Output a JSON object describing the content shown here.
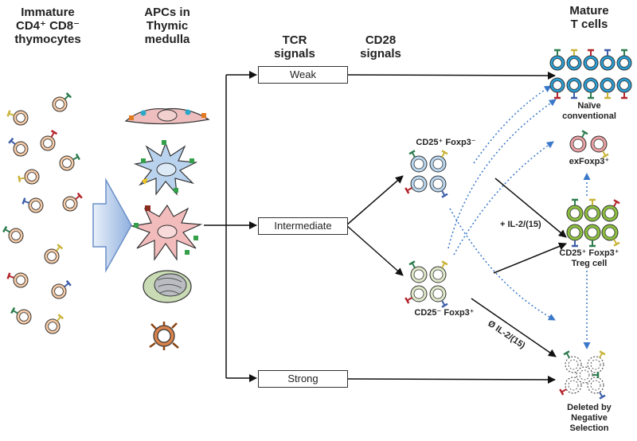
{
  "headers": {
    "immature": [
      "Immature",
      "CD4⁺ CD8⁻",
      "thymocytes"
    ],
    "apcs": [
      "APCs in",
      "Thymic",
      "medulla"
    ],
    "tcr": [
      "TCR",
      "signals"
    ],
    "cd28": [
      "CD28",
      "signals"
    ],
    "mature": [
      "Mature",
      "T cells"
    ]
  },
  "signals": {
    "weak": "Weak",
    "intermediate": "Intermediate",
    "strong": "Strong"
  },
  "populations": {
    "cd25pos_foxp3neg": "CD25⁺ Foxp3⁻",
    "cd25neg_foxp3pos": "CD25⁻ Foxp3⁺",
    "naive": [
      "Naïve",
      "conventional"
    ],
    "exfoxp3": "exFoxp3⁺",
    "treg": [
      "CD25⁺ Foxp3⁺",
      "Treg cell"
    ],
    "deleted": [
      "Deleted by",
      "Negative",
      "Selection"
    ]
  },
  "arrow_labels": {
    "il2_plus": "+ IL-2/(15)",
    "il2_none": "Ø IL-2/(15)"
  },
  "colors": {
    "thymocyte": "#f5cba7",
    "naive": "#2a9fd6",
    "precursor_blue": "#b9d6ee",
    "precursor_green": "#dfe8c9",
    "treg": "#8cbf3f",
    "exfoxp3": "#e9a0a3",
    "big_arrow": "#a9c3e6",
    "dotted_arrow": "#3a78c9"
  }
}
